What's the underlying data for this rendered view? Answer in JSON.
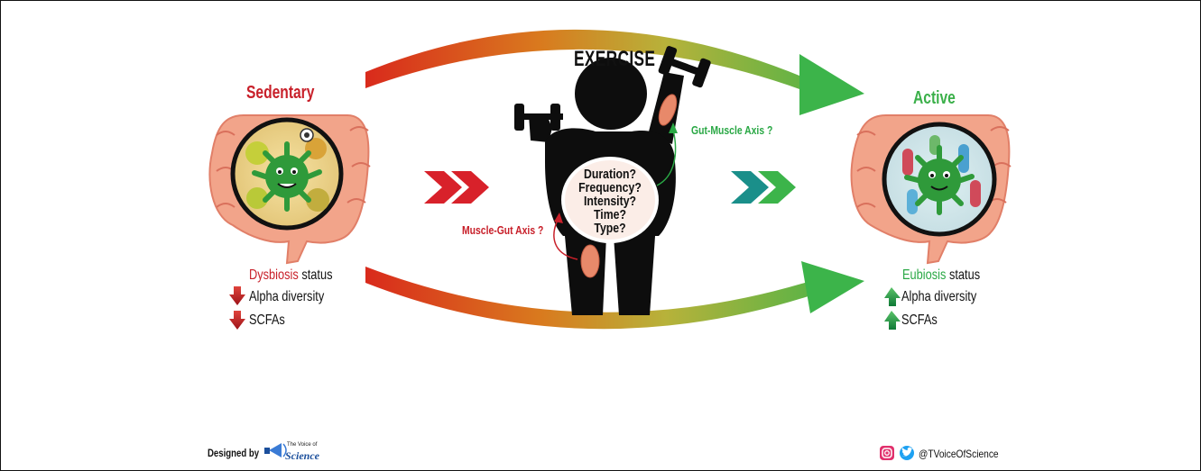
{
  "left": {
    "title": "Sedentary",
    "status_highlight": "Dysbiosis",
    "status_rest": " status",
    "item1": "Alpha diversity",
    "item2": "SCFAs",
    "arrow_direction": "down",
    "color": "#c8202a"
  },
  "right": {
    "title": "Active",
    "status_highlight": "Eubiosis",
    "status_rest": " status",
    "item1": "Alpha diversity",
    "item2": "SCFAs",
    "arrow_direction": "up",
    "color": "#2aa845"
  },
  "center": {
    "title": "EXERCISE",
    "questions": [
      "Duration?",
      "Frequency?",
      "Intensity?",
      "Time?",
      "Type?"
    ],
    "muscle_gut_axis": "Muscle-Gut Axis ?",
    "gut_muscle_axis": "Gut-Muscle Axis ?"
  },
  "footer": {
    "designed_by": "Designed by",
    "logo_text_small": "The Voice of",
    "logo_text_big": "Science",
    "handle": "@TVoiceOfScience",
    "icons": [
      "instagram-icon",
      "twitter-icon"
    ]
  },
  "colors": {
    "red": "#c8202a",
    "green": "#3bb04a",
    "teal": "#1a8f8a",
    "colon": "#f2a48a"
  }
}
